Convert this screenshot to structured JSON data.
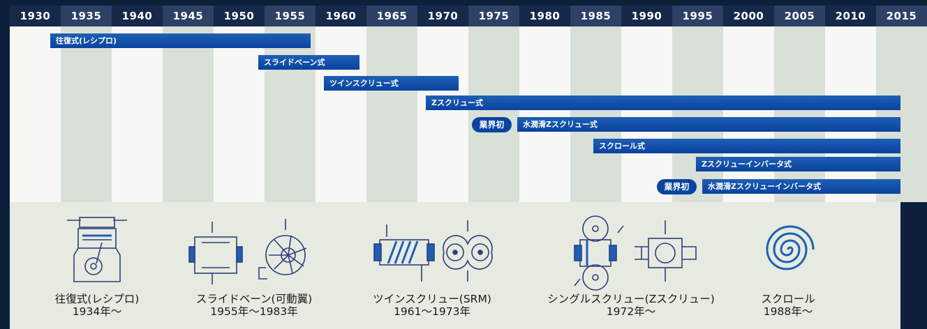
{
  "years": [
    "1930",
    "1935",
    "1940",
    "1945",
    "1950",
    "1955",
    "1960",
    "1965",
    "1970",
    "1975",
    "1980",
    "1985",
    "1990",
    "1995",
    "2000",
    "2005",
    "2010",
    "2015"
  ],
  "timeline": {
    "bars": [
      {
        "label": "往復式(レシプロ)"
      },
      {
        "label": "スライドベーン式"
      },
      {
        "label": "ツインスクリュー式"
      },
      {
        "label": "Zスクリュー式"
      },
      {
        "label": "水潤滑Zスクリュー式"
      },
      {
        "label": "スクロール式"
      },
      {
        "label": "Zスクリューインバータ式"
      },
      {
        "label": "水潤滑Zスクリューインバータ式"
      }
    ],
    "badges": [
      {
        "label": "業界初"
      },
      {
        "label": "業界初"
      }
    ]
  },
  "compressors": [
    {
      "icon": "reciprocating-compressor-icon",
      "name": "往復式(レシプロ)",
      "years": "1934年〜"
    },
    {
      "icon": "slide-vane-compressor-icon",
      "name": "スライドベーン(可動翼)",
      "years": "1955年〜1983年"
    },
    {
      "icon": "twin-screw-compressor-icon",
      "name": "ツインスクリュー(SRM)",
      "years": "1961〜1973年"
    },
    {
      "icon": "single-screw-compressor-icon",
      "name": "シングルスクリュー(Zスクリュー)",
      "years": "1972年〜"
    },
    {
      "icon": "scroll-compressor-icon",
      "name": "スクロール",
      "years": "1988年〜"
    }
  ],
  "colors": {
    "navy": "#0e1f3c",
    "bar_blue": "#0a43a0",
    "stripe_gray": "#d9e0d8",
    "stripe_white": "#f7f8f6"
  }
}
